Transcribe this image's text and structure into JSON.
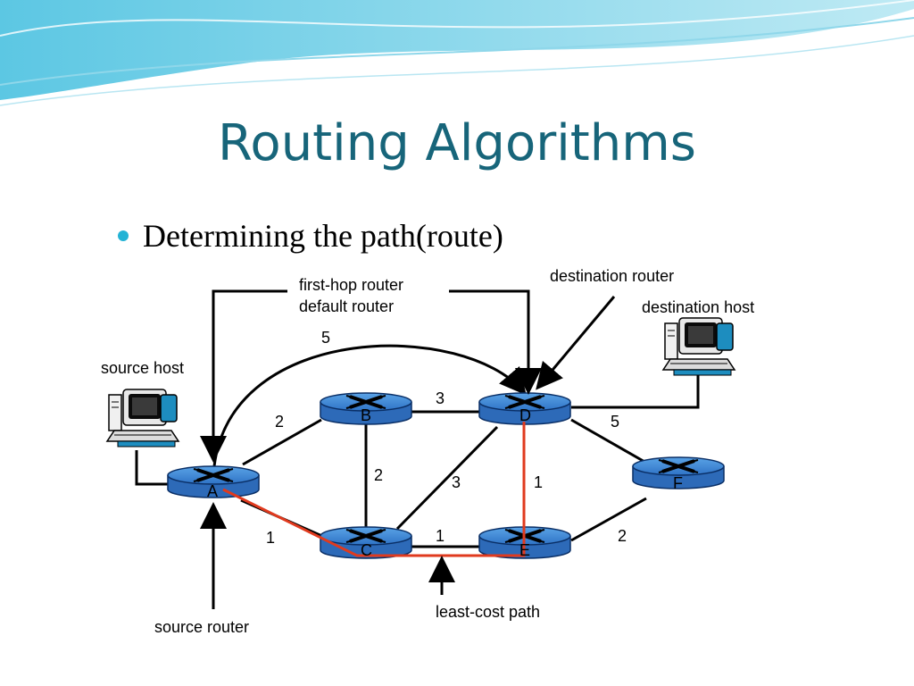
{
  "slide": {
    "title": "Routing Algorithms",
    "bullet": "Determining the path(route)"
  },
  "colors": {
    "title": "#17657a",
    "bullet": "#23b3d5",
    "router_top": "#3f89d6",
    "router_side": "#2d6ab8",
    "least_cost_path": "#e03a1e"
  },
  "labels": {
    "first_hop_line1": "first-hop router",
    "first_hop_line2": "default router",
    "destination_router": "destination router",
    "destination_host": "destination host",
    "source_host": "source host",
    "source_router": "source router",
    "least_cost_path": "least-cost path"
  },
  "nodes": {
    "A": "A",
    "B": "B",
    "C": "C",
    "D": "D",
    "E": "E",
    "F": "F"
  },
  "edges": [
    {
      "from": "A",
      "to": "B",
      "cost": "2"
    },
    {
      "from": "A",
      "to": "C",
      "cost": "1"
    },
    {
      "from": "A",
      "to": "D",
      "cost": "5"
    },
    {
      "from": "B",
      "to": "C",
      "cost": "2"
    },
    {
      "from": "B",
      "to": "D",
      "cost": "3"
    },
    {
      "from": "C",
      "to": "D",
      "cost": "3"
    },
    {
      "from": "C",
      "to": "E",
      "cost": "1"
    },
    {
      "from": "D",
      "to": "E",
      "cost": "1"
    },
    {
      "from": "D",
      "to": "F",
      "cost": "5"
    },
    {
      "from": "E",
      "to": "F",
      "cost": "2"
    }
  ],
  "least_cost_path_nodes": [
    "A",
    "C",
    "E",
    "D"
  ]
}
